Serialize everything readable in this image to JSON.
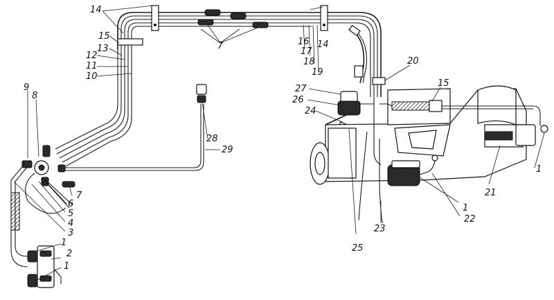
{
  "callouts": {
    "c14a": "14",
    "c14b": "14",
    "c15a": "15",
    "c13": "13",
    "c12": "12",
    "c11": "11",
    "c10": "10",
    "c7a": "7",
    "c16": "16",
    "c17": "17",
    "c18": "18",
    "c19": "19",
    "c20": "20",
    "c15b": "15",
    "c27": "27",
    "c26": "26",
    "c24": "24",
    "c9": "9",
    "c8": "8",
    "c28": "28",
    "c29": "29",
    "c7b": "7",
    "c6": "6",
    "c5": "5",
    "c4": "4",
    "c3": "3",
    "c1a": "1",
    "c2": "2",
    "c1b": "1",
    "c21": "21",
    "c1c": "1",
    "c1d": "1",
    "c22": "22",
    "c23": "23",
    "c25": "25"
  }
}
